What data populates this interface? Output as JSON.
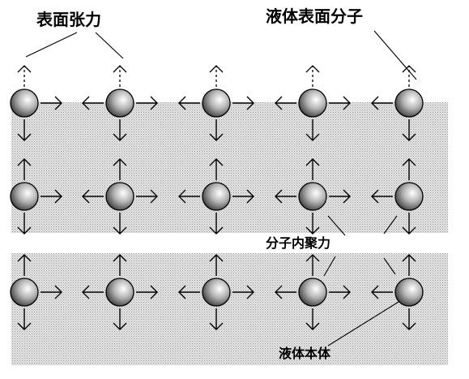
{
  "labels": {
    "surface_tension": "表面张力",
    "surface_molecule": "液体表面分子",
    "cohesion": "分子内聚力",
    "liquid_bulk": "液体本体"
  },
  "grid": {
    "rows": 3,
    "columns": 5
  },
  "colors": {
    "liquid_fill": "#d6d6d6",
    "arrow": "#000000",
    "molecule_light": "#ffffff",
    "molecule_dark": "#333333"
  }
}
